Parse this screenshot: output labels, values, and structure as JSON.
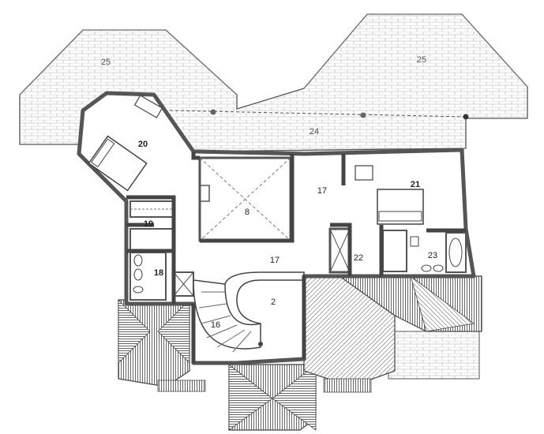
{
  "plan": {
    "labels": {
      "roof_left": "25",
      "roof_right": "25",
      "terrace": "24",
      "bedroom_left": "20",
      "bedroom_right": "21",
      "void": "8",
      "landing_upper": "17",
      "landing_lower": "17",
      "bath_left": "19",
      "wc_left": "18",
      "closet": "22",
      "bath_right": "23",
      "stair": "16",
      "hall": "2"
    },
    "colors": {
      "wall": "#555555",
      "roof_hatch": "#555555",
      "brick": "#b5b5b5",
      "background": "#ffffff"
    }
  }
}
